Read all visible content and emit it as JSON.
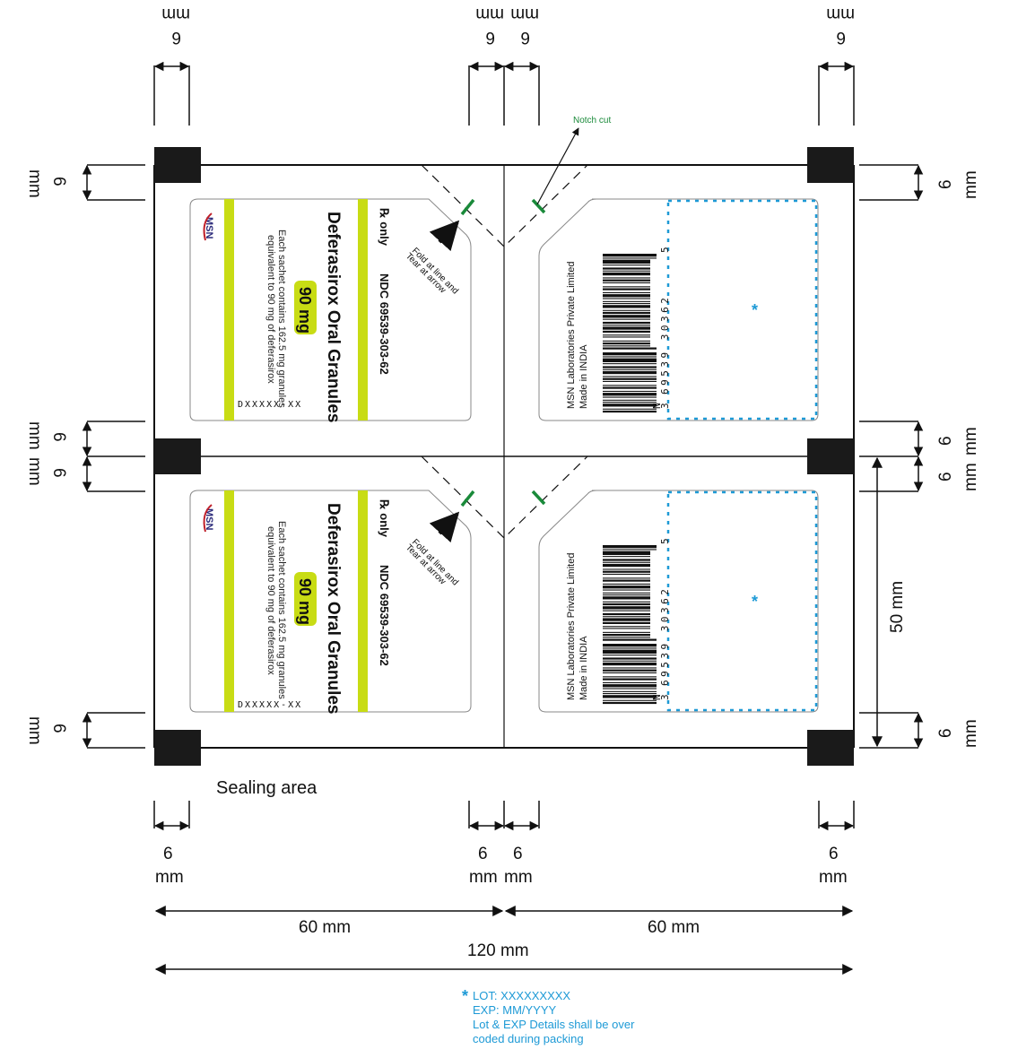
{
  "colors": {
    "accent_green": "#c8dc14",
    "notch_green": "#1a8a3a",
    "note_blue": "#1e9ad6",
    "seal_black": "#1a1a1a",
    "logo_red": "#c0202a",
    "logo_navy": "#2b2a7a"
  },
  "dimensions": {
    "top": [
      {
        "value": "6",
        "unit": "mm"
      },
      {
        "value": "6",
        "unit": "mm"
      },
      {
        "value": "6",
        "unit": "mm"
      },
      {
        "value": "6",
        "unit": "mm"
      }
    ],
    "bottom": [
      {
        "value": "6",
        "unit": "mm"
      },
      {
        "value": "6",
        "unit": "mm"
      },
      {
        "value": "6",
        "unit": "mm"
      },
      {
        "value": "6",
        "unit": "mm"
      }
    ],
    "left": [
      {
        "value": "6",
        "unit": "mm"
      },
      {
        "value": "6",
        "unit": "mm"
      },
      {
        "value": "6",
        "unit": "mm"
      },
      {
        "value": "6",
        "unit": "mm"
      }
    ],
    "right": [
      {
        "value": "6",
        "unit": "mm"
      },
      {
        "value": "6",
        "unit": "mm"
      },
      {
        "value": "6",
        "unit": "mm"
      },
      {
        "value": "6",
        "unit": "mm"
      }
    ],
    "height_label": "50 mm",
    "half_width_left": "60 mm",
    "half_width_right": "60 mm",
    "total_width": "120 mm"
  },
  "labels": {
    "sealing_area": "Sealing area",
    "notch_cut": "Notch cut",
    "fold_line1": "Fold at line and",
    "fold_line2": "Tear at arrow"
  },
  "front_label": {
    "logo": "MSN",
    "rx": "℞ only",
    "ndc": "NDC 69539-303-62",
    "title": "Deferasirox Oral Granules",
    "strength": "90 mg",
    "desc_line1": "Each sachet contains 162.5 mg granules",
    "desc_line2": "equivalent to 90 mg of deferasirox",
    "code": "DXXXXX-XX"
  },
  "back_label": {
    "manufacturer": "MSN Laboratories Private Limited",
    "origin": "Made in INDIA",
    "barcode_digits": "N 3 69539 30362 5",
    "barcode_prefix": "N",
    "barcode_first": "3",
    "barcode_mid": "69539 30362",
    "barcode_check": "5",
    "lot_marker": "*"
  },
  "footnote": {
    "marker": "*",
    "line1": "LOT: XXXXXXXXX",
    "line2": "EXP: MM/YYYY",
    "line3": "Lot & EXP Details shall be over",
    "line4": "coded during packing"
  }
}
